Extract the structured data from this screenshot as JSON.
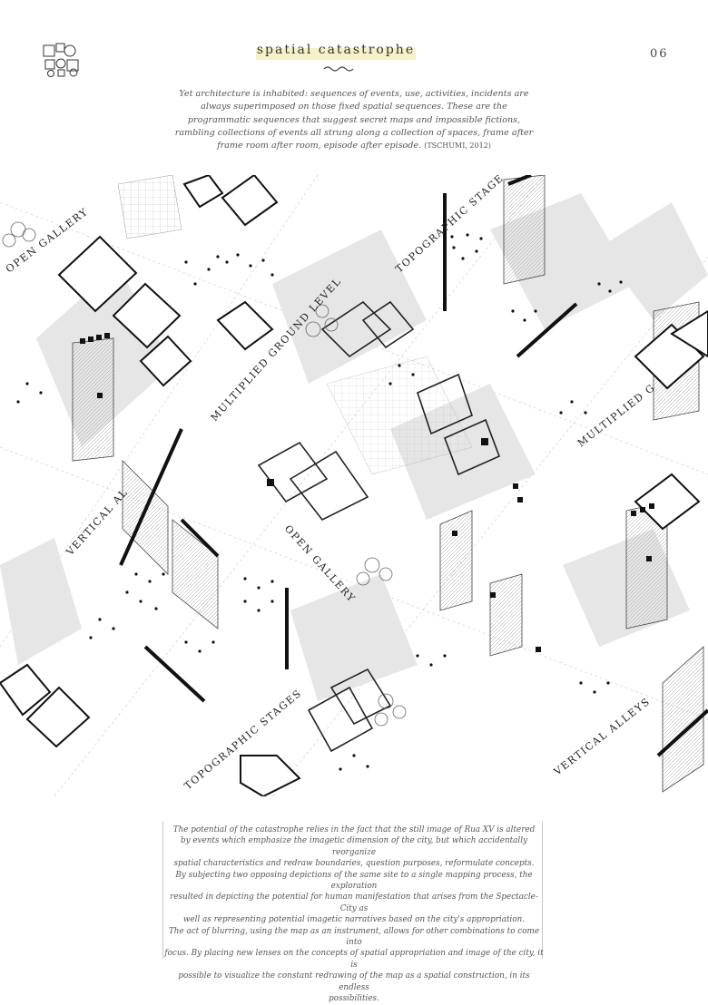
{
  "header": {
    "logo": "logo-glyph",
    "title": "spatial catastrophe",
    "page_number": "06",
    "highlight_color": "#f6f1c8"
  },
  "quote": {
    "text": "Yet architecture is inhabited: sequences of events, use, activities, incidents are always superimposed on those fixed spatial sequences. These are the programmatic sequences that suggest secret maps and impossible fictions, rambling collections of events all strung along a collection of spaces, frame after frame room after room, episode after episode.",
    "citation": "(TSCHUMI, 2012)"
  },
  "map": {
    "labels": {
      "open_gallery_top": "OPEN GALLERY",
      "topographic_stage": "TOPOGRAPHIC STAGE",
      "multiplied_ground_level": "MULTIPLIED GROUND LEVEL",
      "multiplied_g": "MULTIPLIED G",
      "vertical_al": "VERTICAL AL",
      "open_gallery_center": "OPEN GALLERY",
      "topographic_stages": "TOPOGRAPHIC STAGES",
      "vertical_alleys": "VERTICAL ALLEYS"
    }
  },
  "body": {
    "lines": [
      "The potential of the catastrophe relies in the fact that the still image of Rua XV is altered",
      "by events which emphasize the imagetic dimension of the city, but which accidentally reorganize",
      "spatial characteristics and redraw boundaries, question purposes, reformulate concepts.",
      "By subjecting two opposing depictions of the same site to a single mapping process, the exploration",
      "resulted in depicting the potential for human manifestation that arises from the Spectacle-City as",
      "well as representing potential imagetic narratives based on the city's appropriation.",
      "The act of blurring, using the map as an instrument, allows for other combinations to come into",
      "focus. By placing new lenses on the concepts of spatial appropriation and image of the city, it is",
      "possible to visualize the constant redrawing of the map as a spatial construction, in its endless",
      "possibilities."
    ]
  }
}
